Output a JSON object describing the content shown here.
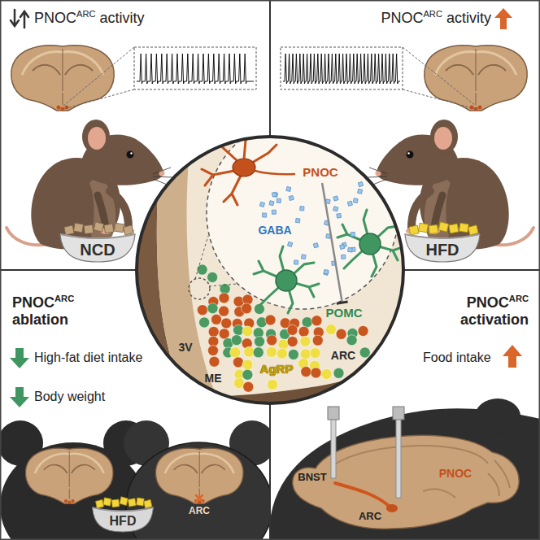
{
  "diagram": {
    "nodes": [
      {
        "text": [
          "NCD"
        ]
      },
      {
        "text": [
          "HFD"
        ]
      },
      {
        "text": [
          "PNOC"
        ]
      },
      {
        "text": [
          "POMC"
        ]
      },
      {
        "text": [
          "HFD"
        ]
      }
    ],
    "edges": [
      {
        "from": 2,
        "to": 3,
        "arrow": "to"
      }
    ],
    "labels": [
      "PNOC",
      "ARC",
      "activity",
      "PNOC",
      "ARC",
      "activity",
      "GABA",
      "3V",
      "ME",
      "AgRP",
      "ARC",
      "PNOC",
      "ARC",
      "ablation",
      "High-fat diet intake",
      "Body weight",
      "ARC",
      "PNOC",
      "ARC",
      "activation",
      "Food intake",
      "BNST",
      "PNOC",
      "ARC"
    ]
  }
}
